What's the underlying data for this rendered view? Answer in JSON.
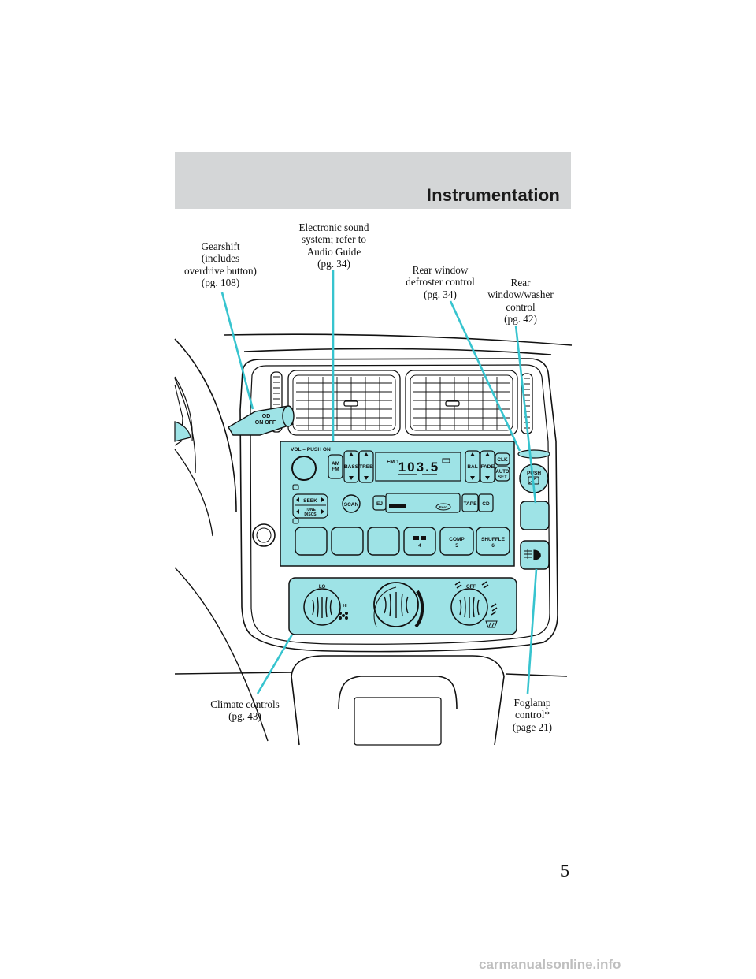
{
  "section_title": "Instrumentation",
  "page_number": "5",
  "watermark": "carmanualsonline.info",
  "callouts": {
    "gearshift": "Gearshift\n(includes\noverdrive button)\n(pg. 108)",
    "sound_system": "Electronic sound\nsystem; refer to\nAudio Guide\n(pg. 34)",
    "rear_defroster": "Rear window\ndefroster control\n(pg. 34)",
    "rear_washer": "Rear\nwindow/washer\ncontrol\n(pg. 42)",
    "climate": "Climate controls\n(pg. 43)",
    "foglamp": "Foglamp\ncontrol*\n(page 21)"
  },
  "radio": {
    "vol_label": "VOL – PUSH ON",
    "am_fm_top": "AM",
    "am_fm_bottom": "FM",
    "bass": "BASS",
    "treb": "TREB",
    "band": "FM 1",
    "frequency": "103.5",
    "bal": "BAL",
    "fade": "FADE",
    "clk": "CLK",
    "auto_set_top": "AUTO",
    "auto_set_bottom": "SET",
    "seek": "SEEK",
    "tune_top": "TUNE",
    "tune_bottom": "DISCS",
    "scan": "SCAN",
    "ej": "EJ",
    "tape": "TAPE",
    "cd": "CD",
    "preset4": "4",
    "comp_top": "COMP",
    "comp_bottom": "5",
    "shuffle_top": "SHUFFLE",
    "shuffle_bottom": "6",
    "ford": "Ford"
  },
  "od_button": {
    "top": "OD",
    "bottom": "ON OFF"
  },
  "push_button": "PUSH",
  "climate_panel": {
    "lo": "LO",
    "hi": "HI",
    "off": "OFF"
  },
  "colors": {
    "accent": "#37c4cf",
    "panel": "#9ee3e6",
    "line": "#111111",
    "header": "#d4d6d7"
  },
  "icons": [
    "rear-wiper-icon",
    "foglamp-icon",
    "fan-icon",
    "windshield-defrost-icon",
    "ford-logo-icon"
  ]
}
